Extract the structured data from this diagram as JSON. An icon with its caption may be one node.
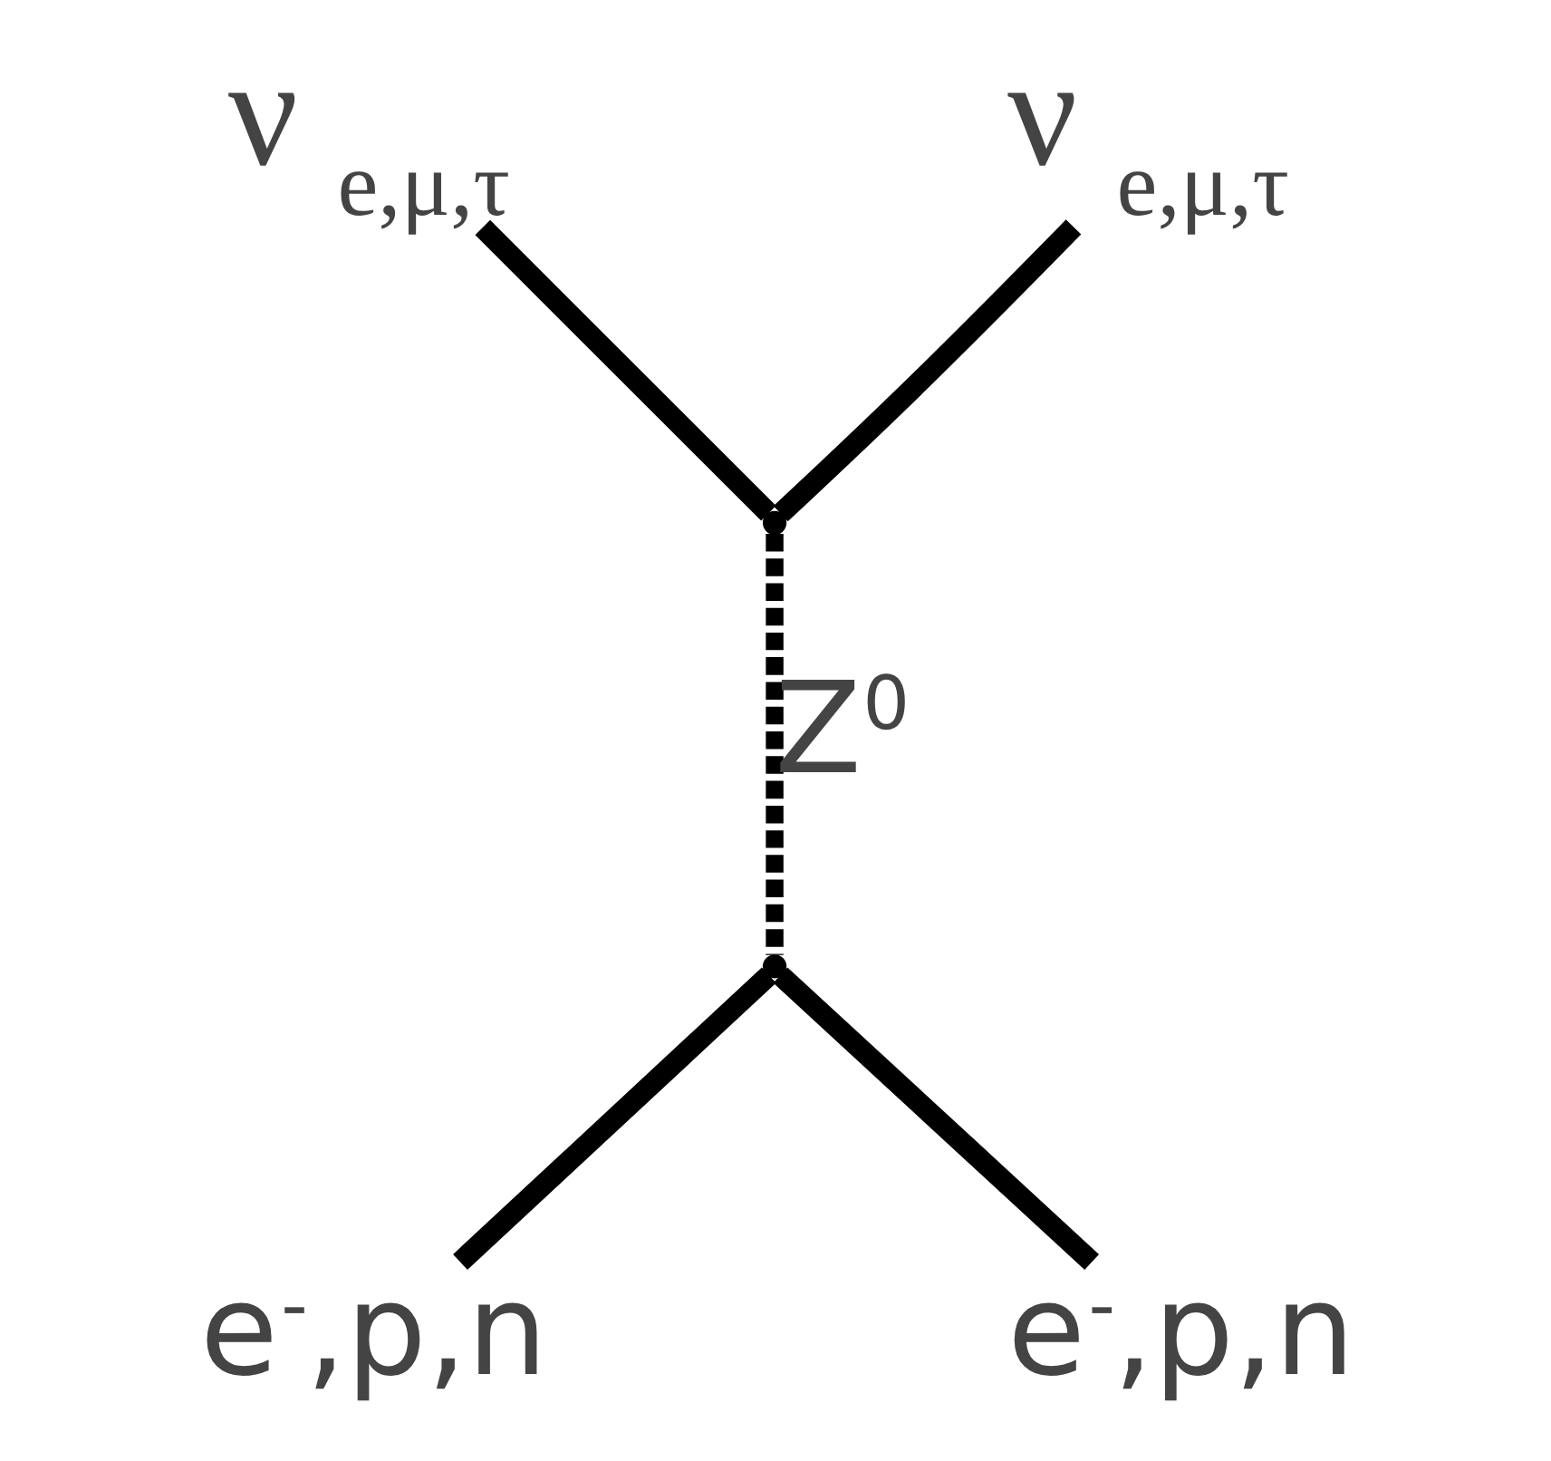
{
  "diagram": {
    "nodes": [
      {
        "text": [
          "ν$_{e,μ,τ}$"
        ]
      },
      {
        "text": [
          "ν$_{e,μ,τ}$"
        ]
      },
      {
        "text": [],
        "shape": "point"
      },
      {
        "text": [],
        "shape": "point"
      },
      {
        "text": [
          "e$^{-}$,p,n"
        ]
      },
      {
        "text": [
          "e$^{-}$,p,n"
        ]
      }
    ],
    "edges": [
      {
        "from": 0,
        "to": 2,
        "arrow": "none"
      },
      {
        "from": 1,
        "to": 2,
        "arrow": "none"
      },
      {
        "from": 2,
        "to": 3,
        "arrow": "none",
        "style": "dashed",
        "label": "Z$^{0}$"
      },
      {
        "from": 3,
        "to": 4,
        "arrow": "none"
      },
      {
        "from": 3,
        "to": 5,
        "arrow": "none"
      }
    ]
  }
}
